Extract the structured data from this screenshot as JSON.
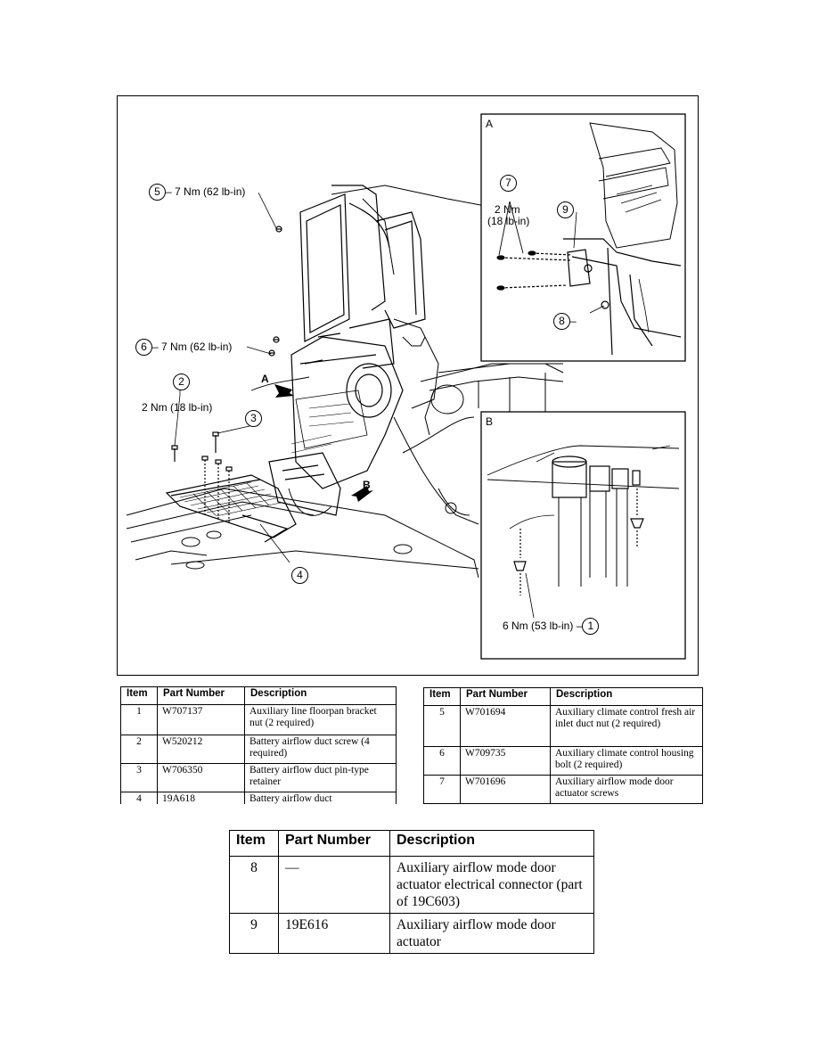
{
  "figure": {
    "inset_a_label": "A",
    "inset_b_label": "B",
    "arrow_a_label": "A",
    "arrow_b_label": "B",
    "callouts": {
      "c5": {
        "num": "5",
        "text": "7 Nm (62 lb-in)"
      },
      "c6": {
        "num": "6",
        "text": "7 Nm (62 lb-in)"
      },
      "c2": {
        "num": "2",
        "text": "2 Nm (18 lb-in)"
      },
      "c3": {
        "num": "3"
      },
      "c4": {
        "num": "4"
      },
      "c7": {
        "num": "7",
        "text1": "2 Nm",
        "text2": "(18 lb-in)"
      },
      "c9": {
        "num": "9"
      },
      "c8": {
        "num": "8"
      },
      "c1": {
        "num": "1",
        "text": "6 Nm (53 lb-in)"
      }
    }
  },
  "table_left": {
    "headers": [
      "Item",
      "Part Number",
      "Description"
    ],
    "rows": [
      {
        "item": "1",
        "part": "W707137",
        "desc": "Auxiliary line floorpan bracket nut (2 required)"
      },
      {
        "item": "2",
        "part": "W520212",
        "desc": "Battery airflow duct screw (4 required)"
      },
      {
        "item": "3",
        "part": "W706350",
        "desc": "Battery airflow duct pin-type retainer"
      },
      {
        "item": "4",
        "part": "19A618",
        "desc": "Battery airflow duct"
      }
    ]
  },
  "table_right": {
    "headers": [
      "Item",
      "Part Number",
      "Description"
    ],
    "rows": [
      {
        "item": "5",
        "part": "W701694",
        "desc": "Auxiliary climate control fresh air inlet duct nut (2 required)"
      },
      {
        "item": "6",
        "part": "W709735",
        "desc": "Auxiliary climate control housing bolt (2 required)"
      },
      {
        "item": "7",
        "part": "W701696",
        "desc": "Auxiliary airflow mode door actuator screws"
      }
    ]
  },
  "table_bottom": {
    "headers": [
      "Item",
      "Part Number",
      "Description"
    ],
    "rows": [
      {
        "item": "8",
        "part": "—",
        "desc": "Auxiliary airflow mode door actuator electrical connector (part of 19C603)"
      },
      {
        "item": "9",
        "part": "19E616",
        "desc": "Auxiliary airflow mode door actuator"
      }
    ]
  }
}
